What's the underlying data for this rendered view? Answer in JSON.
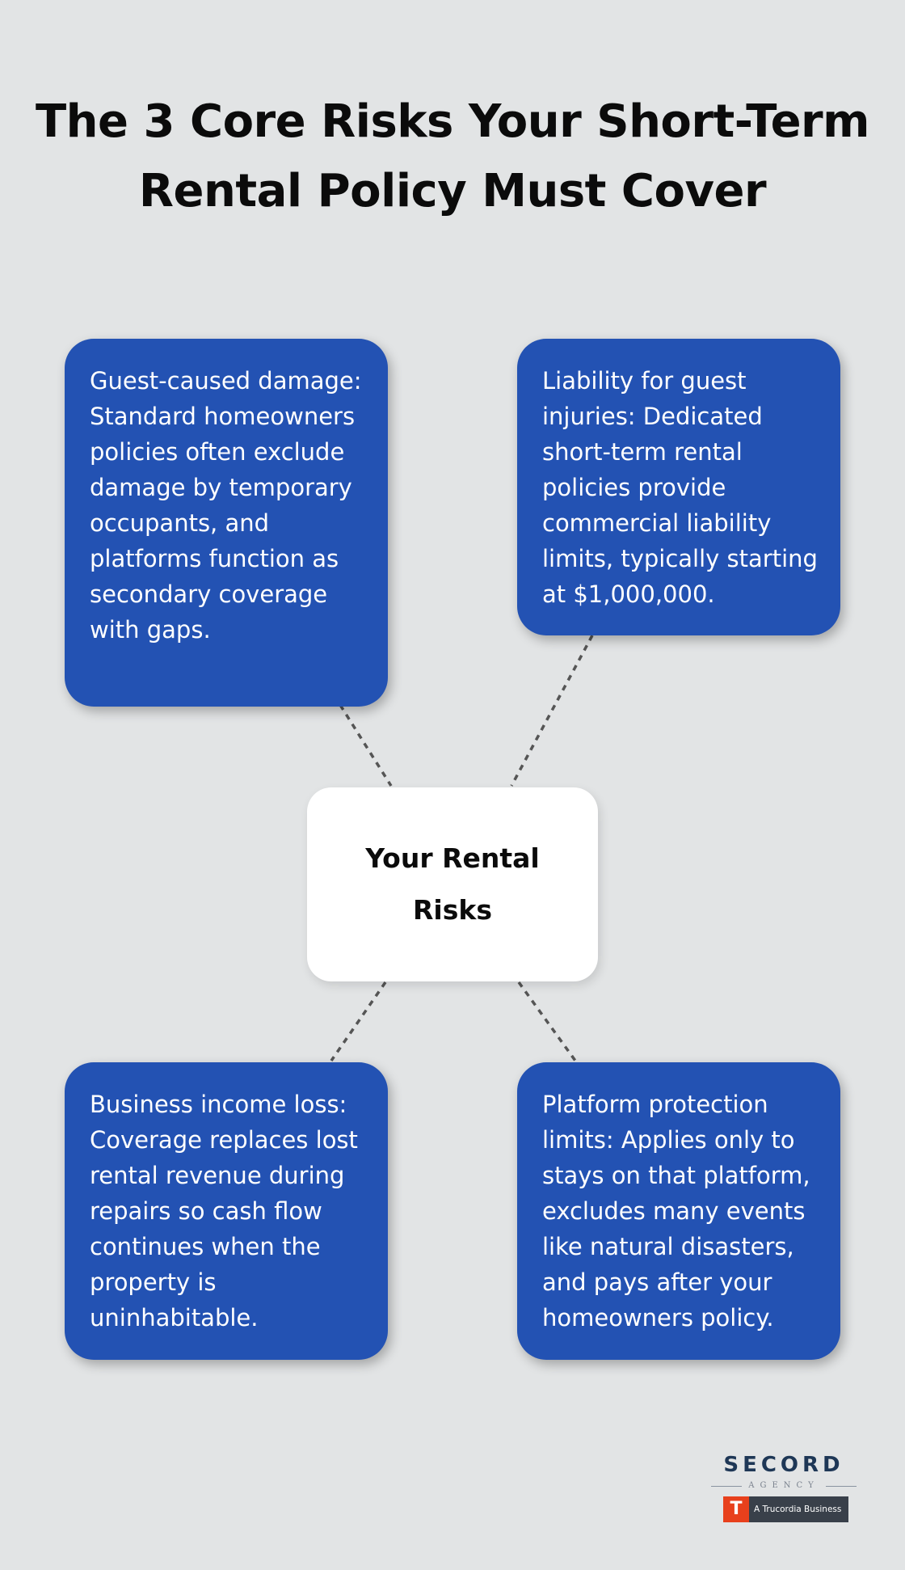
{
  "title": "The 3 Core Risks Your Short-Term Rental Policy Must Cover",
  "center": {
    "label": "Your Rental Risks"
  },
  "risks": [
    {
      "position": "top-left",
      "text": "Guest-caused damage: Standard homeowners policies often exclude damage by temporary occupants, and platforms function as secondary coverage with gaps."
    },
    {
      "position": "top-right",
      "text": "Liability for guest injuries: Dedicated short-term rental policies provide commercial liability limits, typically starting at $1,000,000."
    },
    {
      "position": "bottom-left",
      "text": "Business income loss: Coverage replaces lost rental revenue during repairs so cash flow continues when the property is uninhabitable."
    },
    {
      "position": "bottom-right",
      "text": "Platform protection limits: Applies only to stays on that platform, excludes many events like natural disasters, and pays after your homeowners policy."
    }
  ],
  "logo": {
    "name": "SECORD",
    "subtitle": "AGENCY",
    "badge_mark": "T",
    "badge_text": "A Trucordia Business"
  },
  "colors": {
    "background": "#e2e4e5",
    "card": "#2352b3",
    "center_node": "#ffffff",
    "connector": "#555555",
    "brand_orange": "#e8401c"
  }
}
